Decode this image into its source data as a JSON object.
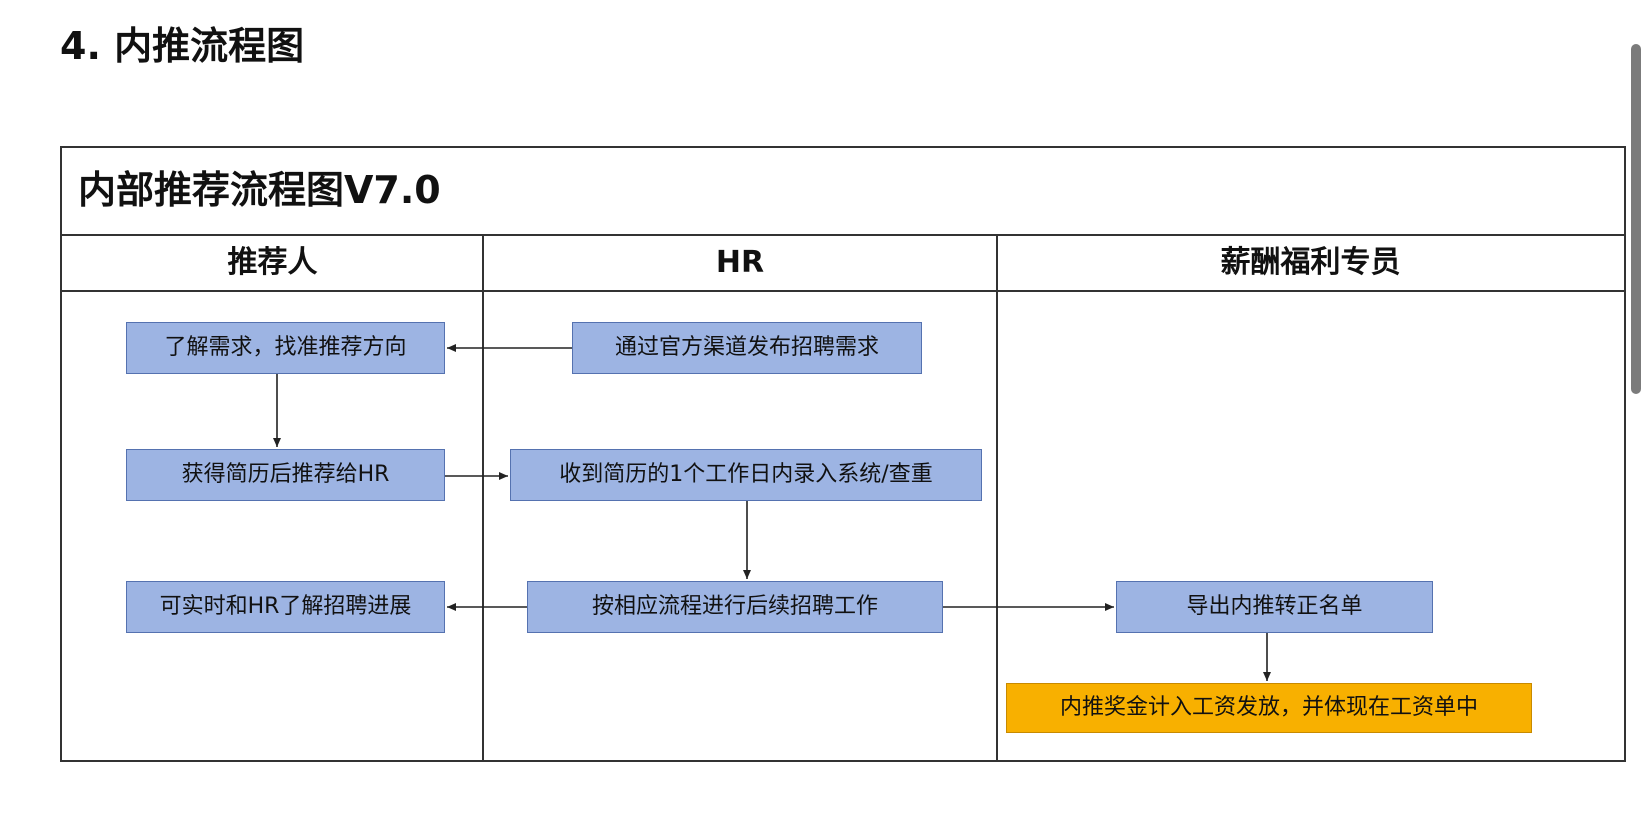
{
  "heading": "4.  内推流程图",
  "chart": {
    "title": "内部推荐流程图V7.0",
    "lanes": {
      "referrer": "推荐人",
      "hr": "HR",
      "payroll": "薪酬福利专员"
    },
    "steps": {
      "understand_needs": "了解需求，找准推荐方向",
      "publish_needs": "通过官方渠道发布招聘需求",
      "recommend_resume": "获得简历后推荐给HR",
      "record_resume": "收到简历的1个工作日内录入系统/查重",
      "track_progress": "可实时和HR了解招聘进展",
      "followup_recruit": "按相应流程进行后续招聘工作",
      "export_list": "导出内推转正名单",
      "bonus_payroll": "内推奖金计入工资发放，并体现在工资单中"
    },
    "colors": {
      "node_fill": "#9db4e3",
      "node_border": "#5572b0",
      "highlight_fill": "#f8b000",
      "line": "#333333"
    }
  }
}
